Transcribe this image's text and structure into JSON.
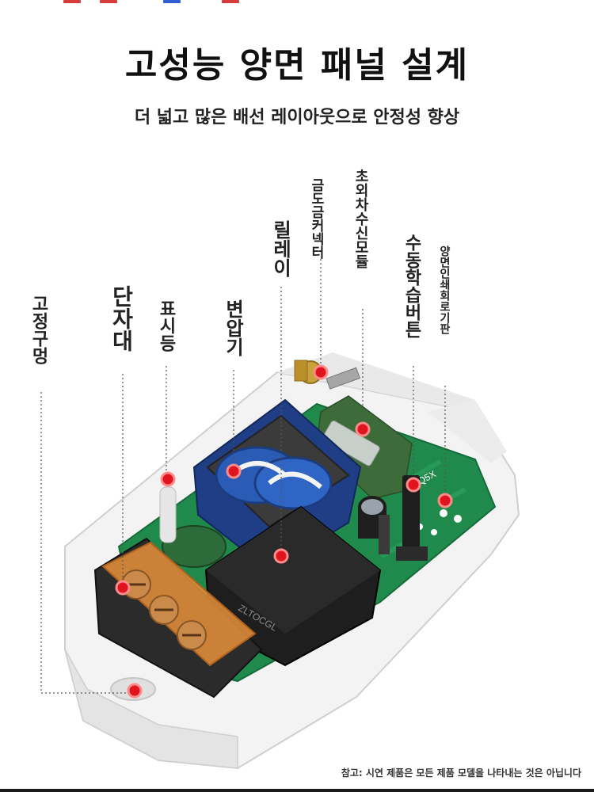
{
  "header": {
    "title": "고성능 양면 패널 설계",
    "subtitle": "더 넓고 많은 배선 레이아웃으로 안정성 향상"
  },
  "callouts": {
    "mounting_hole": "고정구멍",
    "terminal_block": "단자대",
    "indicator_light": "표시등",
    "transformer": "변압기",
    "relay": "릴레이",
    "gold_connector": "금도금커넥터",
    "superhet_module": "초외차수신모듈",
    "learn_button": "수동학습버튼",
    "pcb": "양면인쇄회로기판"
  },
  "footer": {
    "note": "참고: 시연 제품은 모든 제품 모델을 나타내는 것은 아닙니다"
  },
  "colors": {
    "callout_dot": "#e0141e",
    "pcb_green": "#1f8a4c",
    "housing": "#f2f2f2",
    "coil_blue": "#2a5bb5",
    "terminal_orange": "#e8913a",
    "relay_black": "#1e1e1e"
  }
}
